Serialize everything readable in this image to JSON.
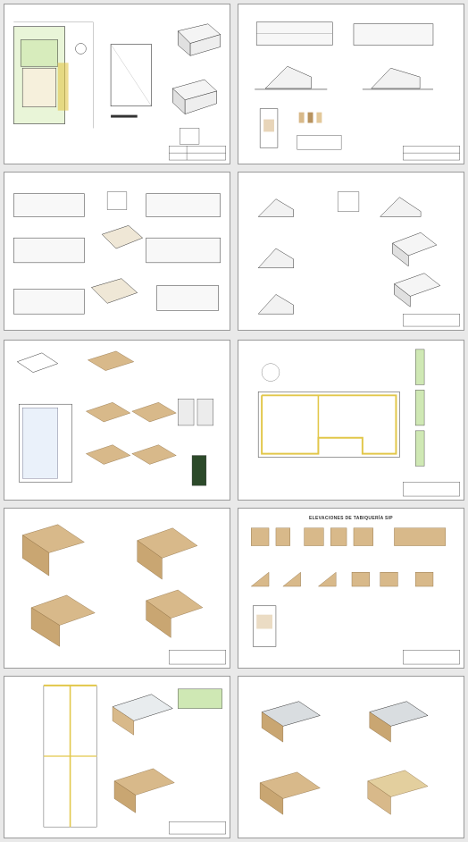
{
  "sheets": [
    {
      "id": 1
    },
    {
      "id": 2
    },
    {
      "id": 3
    },
    {
      "id": 4
    },
    {
      "id": 5
    },
    {
      "id": 6
    },
    {
      "id": 7
    },
    {
      "id": 8,
      "heading": "ELEVACIONES DE TABIQUERÍA SIP"
    },
    {
      "id": 9
    },
    {
      "id": 10
    }
  ],
  "colors": {
    "wood": "#d8b98a",
    "wood_dark": "#b8935f",
    "line": "#333333",
    "highlight": "#e2c74a",
    "green": "#cfe8b4"
  }
}
